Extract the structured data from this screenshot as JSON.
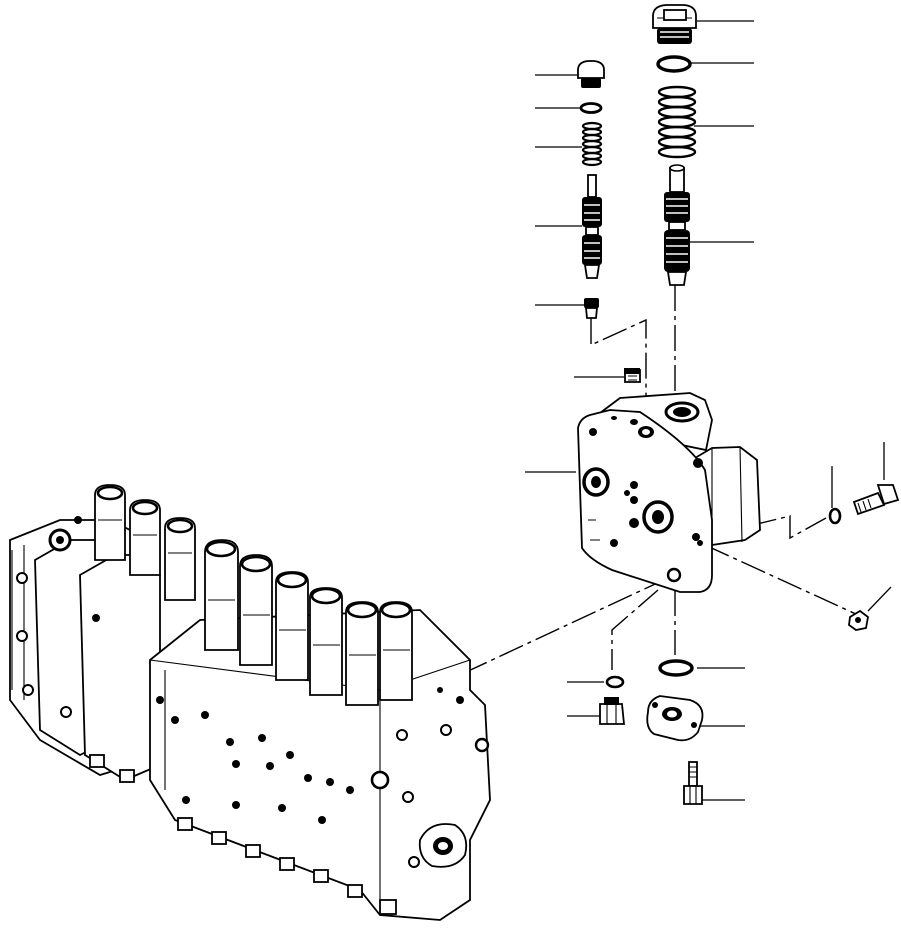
{
  "leaders": [
    {
      "id": "plug-large",
      "side": "right"
    },
    {
      "id": "o-ring-large",
      "side": "right"
    },
    {
      "id": "spring-large",
      "side": "right"
    },
    {
      "id": "poppet-large",
      "side": "right"
    },
    {
      "id": "plug-small",
      "side": "left"
    },
    {
      "id": "o-ring-small",
      "side": "left"
    },
    {
      "id": "spring-small",
      "side": "left"
    },
    {
      "id": "valve-small",
      "side": "left"
    },
    {
      "id": "seat-small",
      "side": "left"
    },
    {
      "id": "cap-plug",
      "side": "left"
    },
    {
      "id": "valve-body",
      "side": "left"
    },
    {
      "id": "bolt",
      "side": "right"
    },
    {
      "id": "washer",
      "side": "right"
    },
    {
      "id": "nut",
      "side": "right"
    },
    {
      "id": "o-ring-bottom",
      "side": "right"
    },
    {
      "id": "flange",
      "side": "right"
    },
    {
      "id": "flange-bolt",
      "side": "right"
    },
    {
      "id": "o-ring-bottom-left",
      "side": "left"
    },
    {
      "id": "plug-bottom-left",
      "side": "left"
    }
  ]
}
